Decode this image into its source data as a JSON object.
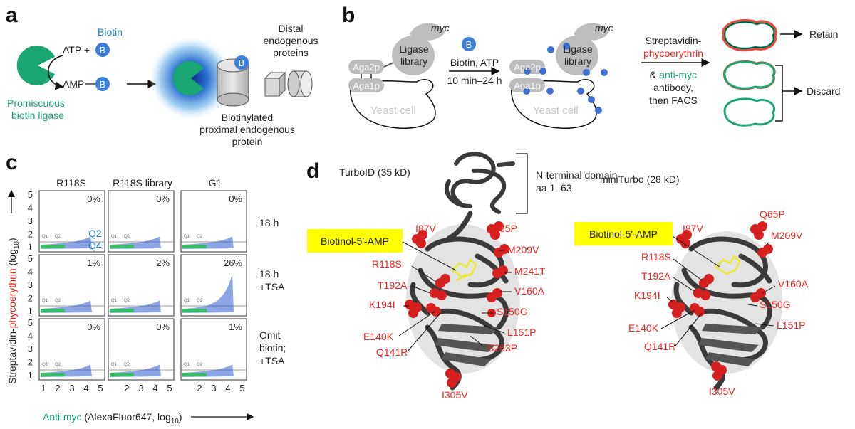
{
  "panel_a": {
    "letter": "a",
    "biotin_label": "Biotin",
    "atp_label": "ATP +",
    "amp_label": "AMP",
    "b_symbol": "B",
    "ligase_label_1": "Promiscuous",
    "ligase_label_2": "biotin ligase",
    "distal_1": "Distal",
    "distal_2": "endogenous",
    "distal_3": "proteins",
    "prox_1": "Biotinylated",
    "prox_2": "proximal endogenous",
    "prox_3": "protein"
  },
  "panel_b": {
    "letter": "b",
    "myc": "myc",
    "aga2p": "Aga2p",
    "aga1p": "Aga1p",
    "ligase_1": "Ligase",
    "ligase_2": "library",
    "yeast_cell": "Yeast cell",
    "b_symbol": "B",
    "cond_1": "Biotin, ATP",
    "cond_2": "10 min–24 h",
    "strep_1": "Streptavidin-",
    "strep_2": "phycoerythrin",
    "strep_3_amp": "& ",
    "strep_3_anti": "anti-myc",
    "strep_4": "antibody,",
    "strep_5": "then FACS",
    "retain": "Retain",
    "discard": "Discard"
  },
  "panel_c": {
    "letter": "c",
    "columns": [
      "R118S",
      "R118S library",
      "G1"
    ],
    "rows": [
      {
        "label_1": "18 h",
        "label_2": "",
        "label_3": "",
        "values": [
          "0%",
          "0%",
          "0%"
        ]
      },
      {
        "label_1": "18 h",
        "label_2": "+TSA",
        "label_3": "",
        "values": [
          "1%",
          "2%",
          "26%"
        ]
      },
      {
        "label_1": "Omit",
        "label_2": "biotin;",
        "label_3": "+TSA",
        "values": [
          "0%",
          "0%",
          "1%"
        ]
      }
    ],
    "q1": "Q1",
    "q2_small": "Q2",
    "q2": "Q2",
    "q4": "Q4",
    "y_ticks": [
      "1",
      "2",
      "3",
      "4",
      "5"
    ],
    "x_ticks": [
      "1",
      "2",
      "3",
      "4",
      "5"
    ],
    "ylabel_1": "Streptavidin-",
    "ylabel_2": "phycoerythrin",
    "ylabel_3": " (log",
    "ylabel_sub": "10",
    "ylabel_4": ")",
    "xlabel_1": "Anti-myc",
    "xlabel_2": " (AlexaFluor647, log",
    "xlabel_sub": "10",
    "xlabel_3": ")"
  },
  "panel_d": {
    "letter": "d",
    "turbo_title": "TurboID (35 kD)",
    "mini_title": "miniTurbo (28 kD)",
    "nterm_1": "N-terminal domain",
    "nterm_2": "aa 1–63",
    "biotinol": "Biotinol-5′-AMP",
    "turbo_mutations": [
      "I87V",
      "Q65P",
      "M209V",
      "M241T",
      "R118S",
      "T192A",
      "V160A",
      "K194I",
      "S150G",
      "E140K",
      "L151P",
      "Q141R",
      "S263P",
      "I305V"
    ],
    "mini_mutations": [
      "I87V",
      "Q65P",
      "M209V",
      "R118S",
      "T192A",
      "V160A",
      "K194I",
      "S150G",
      "E140K",
      "L151P",
      "Q141R",
      "I305V"
    ]
  },
  "colors": {
    "blue": "#1f82c8",
    "green": "#1aa672",
    "red": "#e8251f",
    "yellow": "#ffff00",
    "gray": "#bdbdbd",
    "dark": "#3a3a3a"
  }
}
